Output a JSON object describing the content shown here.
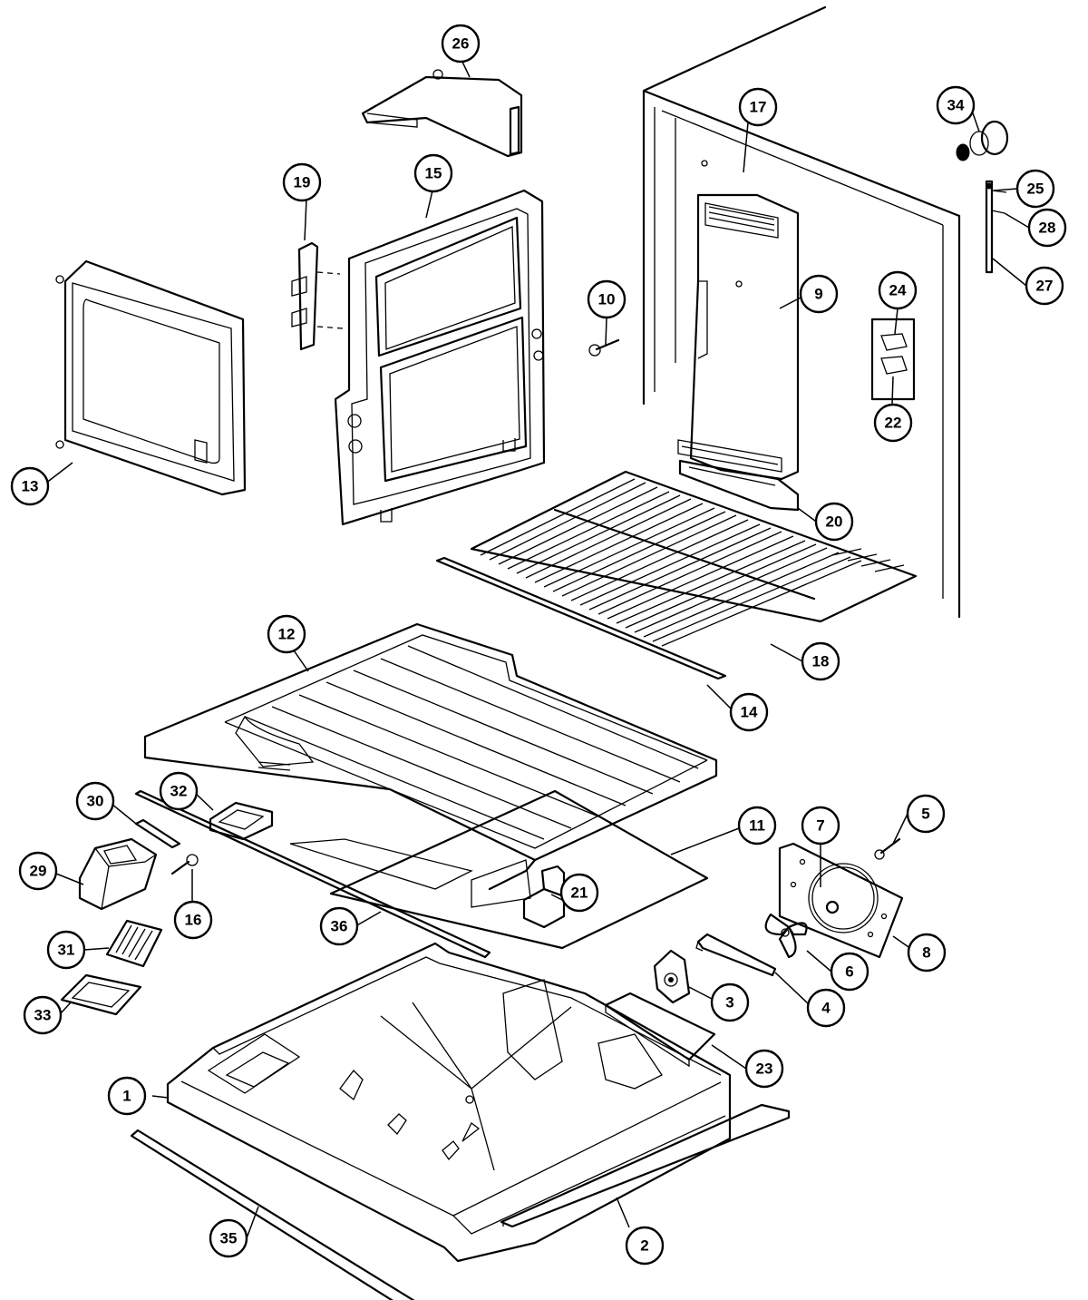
{
  "callouts": [
    {
      "label": "1"
    },
    {
      "label": "2"
    },
    {
      "label": "3"
    },
    {
      "label": "4"
    },
    {
      "label": "5"
    },
    {
      "label": "6"
    },
    {
      "label": "7"
    },
    {
      "label": "8"
    },
    {
      "label": "9"
    },
    {
      "label": "10"
    },
    {
      "label": "11"
    },
    {
      "label": "12"
    },
    {
      "label": "13"
    },
    {
      "label": "14"
    },
    {
      "label": "15"
    },
    {
      "label": "16"
    },
    {
      "label": "17"
    },
    {
      "label": "18"
    },
    {
      "label": "19"
    },
    {
      "label": "20"
    },
    {
      "label": "21"
    },
    {
      "label": "22"
    },
    {
      "label": "23"
    },
    {
      "label": "24"
    },
    {
      "label": "25"
    },
    {
      "label": "26"
    },
    {
      "label": "27"
    },
    {
      "label": "28"
    },
    {
      "label": "29"
    },
    {
      "label": "30"
    },
    {
      "label": "31"
    },
    {
      "label": "32"
    },
    {
      "label": "33"
    },
    {
      "label": "34"
    },
    {
      "label": "35"
    },
    {
      "label": "36"
    }
  ]
}
